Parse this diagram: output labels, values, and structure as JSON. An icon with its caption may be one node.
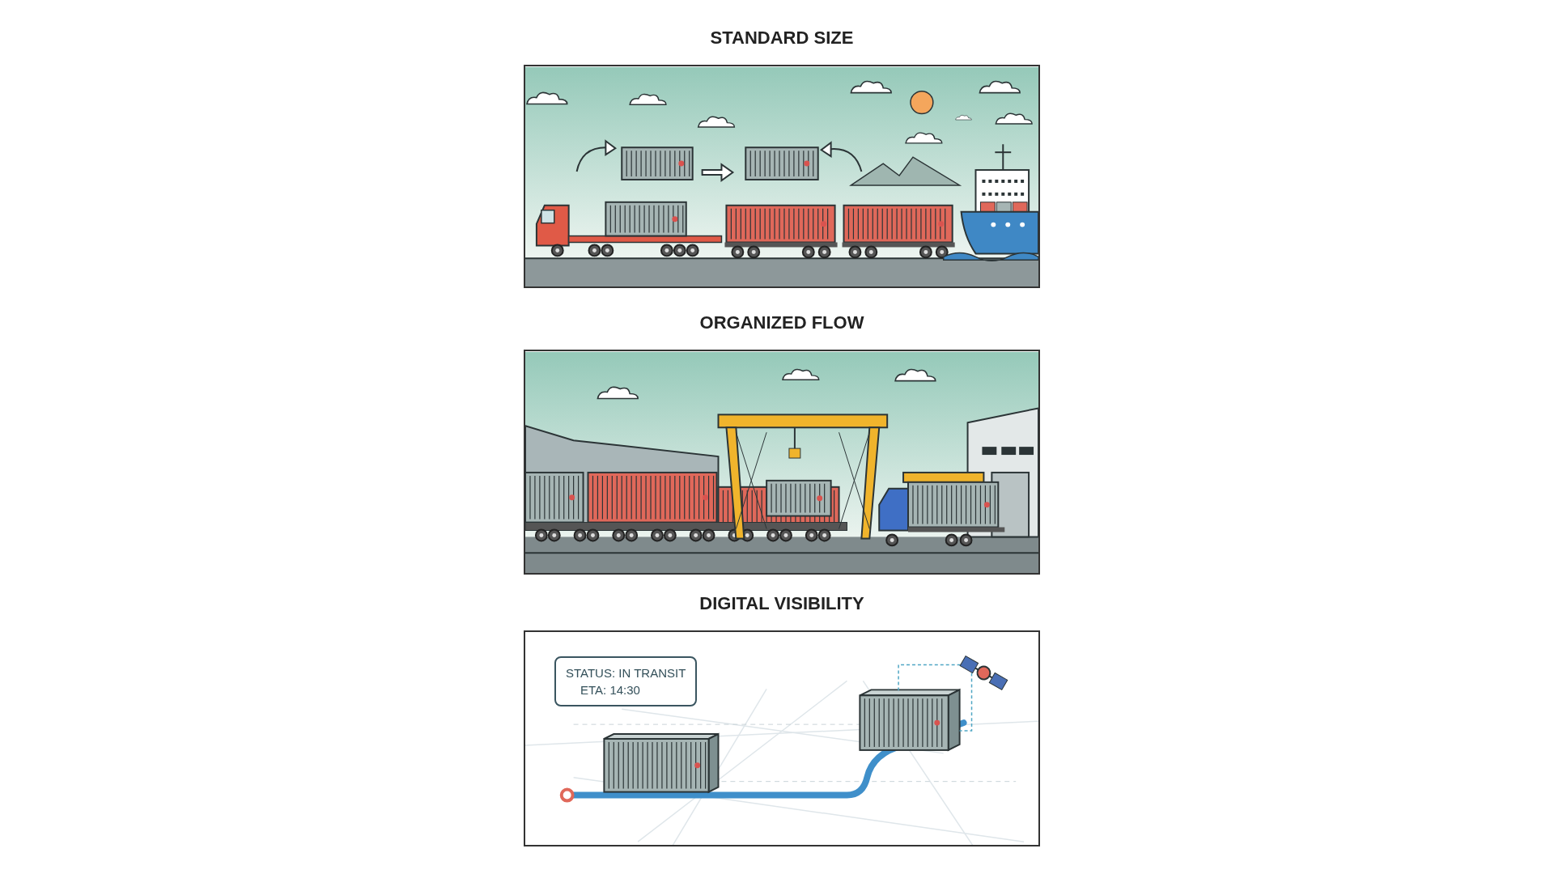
{
  "diagram": {
    "nodes": [
      {
        "text": [
          "STANDARD SIZE"
        ]
      },
      {
        "text": [
          "ORGANIZED FLOW"
        ]
      },
      {
        "text": [
          "DIGITAL VISIBILITY"
        ]
      },
      {
        "text": [
          "STATUS: IN TRANSIT",
          "ETA: 14:30"
        ],
        "in": 2
      }
    ]
  }
}
